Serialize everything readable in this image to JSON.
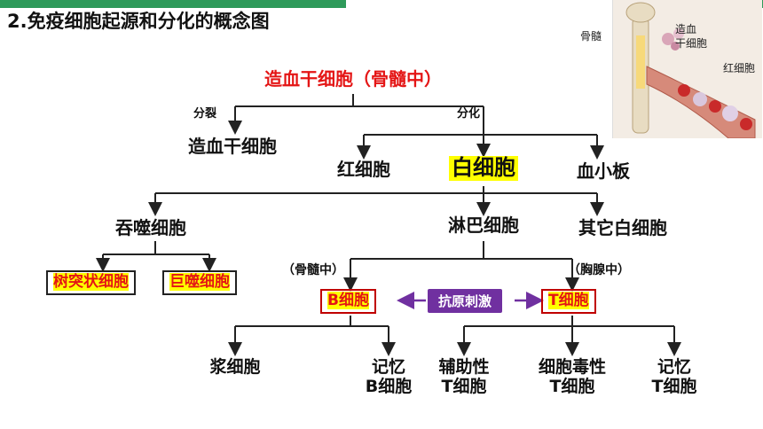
{
  "header": {
    "title": "2.免疫细胞起源和分化的概念图"
  },
  "colors": {
    "accent_bar": "#2e9a5a",
    "red_text": "#e41515",
    "highlight": "#ffff00",
    "stimulus_bg": "#7030a0"
  },
  "diagram": {
    "root": "造血干细胞（骨髓中）",
    "edge_split": "分裂",
    "edge_diff": "分化",
    "hsc_child": "造血干细胞",
    "rbc": "红细胞",
    "wbc": "白细胞",
    "platelet": "血小板",
    "phagocyte": "吞噬细胞",
    "lymphocyte": "淋巴细胞",
    "other_wbc": "其它白细胞",
    "dendritic": "树突状细胞",
    "macrophage": "巨噬细胞",
    "bone_marrow_note": "（骨髓中）",
    "thymus_note": "（胸腺中）",
    "b_cell": "B细胞",
    "t_cell": "T细胞",
    "stimulus": "抗原刺激",
    "plasma": "浆细胞",
    "memory_b_1": "记忆",
    "memory_b_2": "B细胞",
    "helper_t_1": "辅助性",
    "helper_t_2": "T细胞",
    "cytotoxic_t_1": "细胞毒性",
    "cytotoxic_t_2": "T细胞",
    "memory_t_1": "记忆",
    "memory_t_2": "T细胞"
  },
  "illustration": {
    "label_marrow": "骨髓",
    "label_hsc_1": "造血",
    "label_hsc_2": "干细胞",
    "label_rbc": "红细胞"
  }
}
